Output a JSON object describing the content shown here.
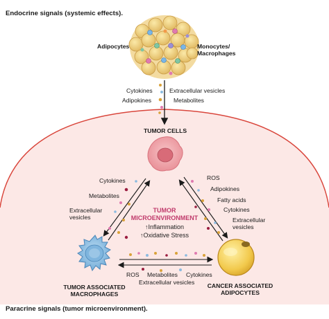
{
  "header": {
    "endocrine_title": "Endocrine signals (systemic effects)."
  },
  "footer": {
    "paracrine_title": "Paracrine signals (tumor microenvironment)."
  },
  "top": {
    "adipocytes": "Adipocytes",
    "monocytes": "Monocytes/\nMacrophages",
    "cytokines": "Cytokines",
    "adipokines": "Adipokines",
    "extracellular_vesicles": "Extracellular vesicles",
    "metabolites": "Metabolites"
  },
  "tumor": {
    "label": "TUMOR CELLS"
  },
  "left_labels": {
    "cytokines": "Cytokines",
    "metabolites": "Metabolites",
    "extracellular_vesicles": "Extracellular\nvesicles"
  },
  "right_labels": {
    "ros": "ROS",
    "adipokines": "Adipokines",
    "fatty_acids": "Fatty acids",
    "cytokines": "Cytokines",
    "extracellular_vesicles": "Extracellular\nvesicles"
  },
  "center": {
    "title": "TUMOR\nMICROENVIRONMENT",
    "inflammation": "↑Inflammation",
    "oxidative_stress": "↑Oxidative Stress"
  },
  "bottom_labels": {
    "ros": "ROS",
    "metabolites": "Metabolites",
    "extracellular_vesicles": "Extracellular vesicles",
    "cytokines": "Cytokines"
  },
  "macrophages": {
    "label": "TUMOR ASSOCIATED\nMACROPHAGES"
  },
  "adipocytes_cell": {
    "label": "CANCER ASSOCIATED\nADIPOCYTES"
  }
}
